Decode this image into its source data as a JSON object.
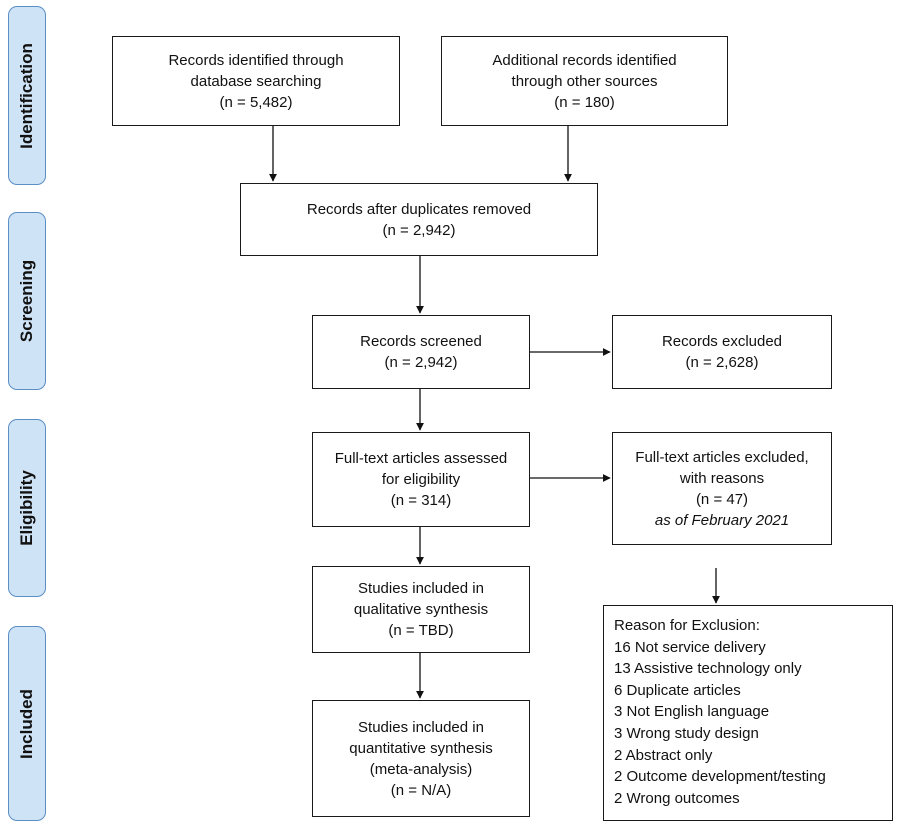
{
  "stages": {
    "identification": "Identification",
    "screening": "Screening",
    "eligibility": "Eligibility",
    "included": "Included"
  },
  "boxes": {
    "database_search": {
      "lines": [
        "Records identified through",
        "database searching",
        "(n = 5,482)"
      ]
    },
    "other_sources": {
      "lines": [
        "Additional records identified",
        "through other sources",
        "(n = 180)"
      ]
    },
    "after_duplicates": {
      "lines": [
        "Records after duplicates removed",
        "(n = 2,942)"
      ]
    },
    "screened": {
      "lines": [
        "Records screened",
        "(n = 2,942)"
      ]
    },
    "excluded": {
      "lines": [
        "Records excluded",
        "(n = 2,628)"
      ]
    },
    "fulltext_assessed": {
      "lines": [
        "Full-text articles assessed",
        "for eligibility",
        "(n = 314)"
      ]
    },
    "fulltext_excluded": {
      "lines": [
        "Full-text articles excluded,",
        "with reasons",
        "(n = 47)"
      ],
      "note": "as of February 2021"
    },
    "qualitative": {
      "lines": [
        "Studies included in",
        "qualitative synthesis",
        "(n = TBD)"
      ]
    },
    "quantitative": {
      "lines": [
        "Studies included in",
        "quantitative synthesis",
        "(meta-analysis)",
        "(n = N/A)"
      ]
    }
  },
  "exclusion_reasons": {
    "title": "Reason for Exclusion:",
    "items": [
      "16 Not service delivery",
      "13 Assistive technology only",
      "6 Duplicate articles",
      "3 Not English language",
      "3 Wrong study design",
      "2 Abstract only",
      "2 Outcome development/testing",
      "2 Wrong outcomes"
    ]
  },
  "colors": {
    "stage_fill": "#cfe3f7",
    "stage_border": "#5a8fc4",
    "box_border": "#1a1a1a",
    "arrow": "#111111"
  }
}
